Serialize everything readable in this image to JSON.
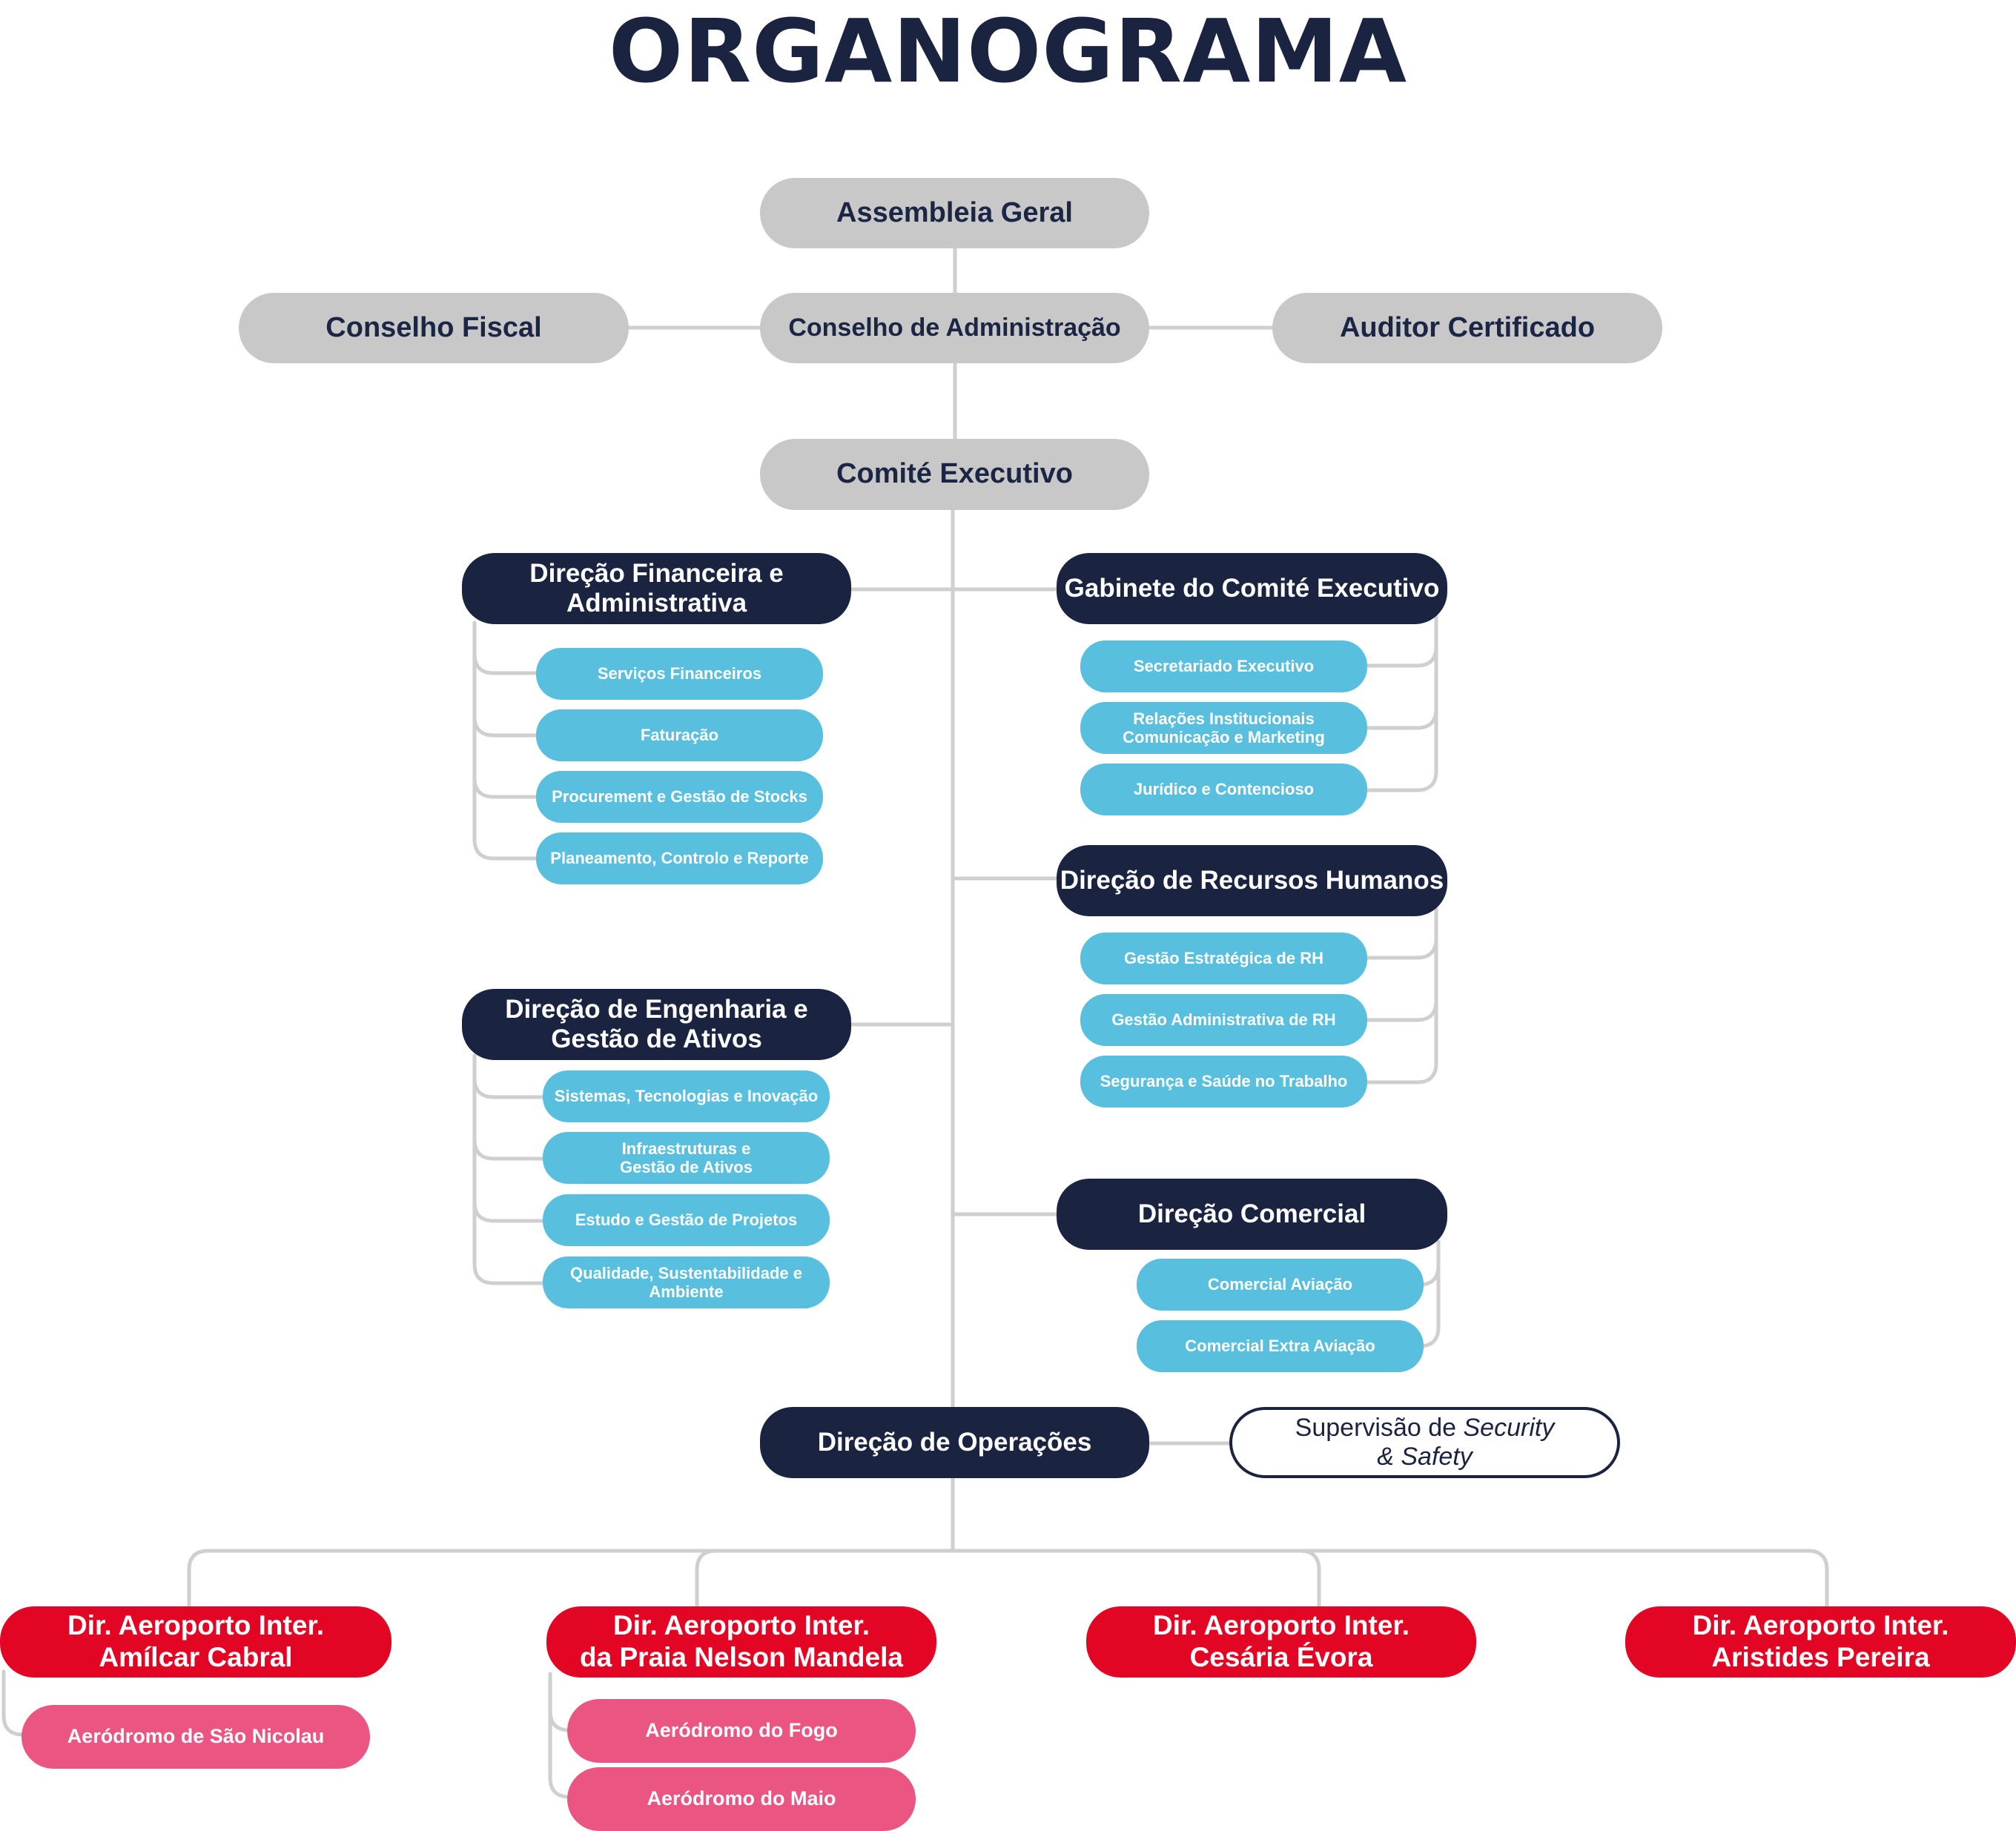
{
  "title": "ORGANOGRAMA",
  "governance": {
    "assembleia": "Assembleia Geral",
    "conselho_fiscal": "Conselho Fiscal",
    "conselho_admin": "Conselho de Administração",
    "auditor": "Auditor Certificado",
    "comite": "Comité Executivo"
  },
  "direcao_financeira": {
    "title": "Direção Financeira e Administrativa",
    "items": [
      "Serviços Financeiros",
      "Faturação",
      "Procurement e Gestão de Stocks",
      "Planeamento, Controlo e Reporte"
    ]
  },
  "gabinete": {
    "title": "Gabinete do Comité Executivo",
    "items": [
      "Secretariado Executivo",
      "Relações Institucionais Comunicação e Marketing",
      "Jurídico e Contencioso"
    ]
  },
  "recursos_humanos": {
    "title": "Direção de Recursos Humanos",
    "items": [
      "Gestão Estratégica de RH",
      "Gestão Administrativa de RH",
      "Segurança e Saúde no Trabalho"
    ]
  },
  "engenharia": {
    "title": "Direção de Engenharia e Gestão de Ativos",
    "items": [
      "Sistemas, Tecnologias e Inovação",
      "Infraestruturas e Gestão de Ativos",
      "Estudo e Gestão de Projetos",
      "Qualidade, Sustentabilidade e Ambiente"
    ]
  },
  "comercial": {
    "title": "Direção Comercial",
    "items": [
      "Comercial Aviação",
      "Comercial Extra Aviação"
    ]
  },
  "operacoes": {
    "title": "Direção de Operações",
    "supervisao_prefix": "Supervisão de",
    "supervisao_security": "Security",
    "supervisao_safety": "& Safety"
  },
  "airports": [
    {
      "line1": "Dir. Aeroporto Inter.",
      "line2": "Amílcar Cabral"
    },
    {
      "line1": "Dir. Aeroporto Inter.",
      "line2": "da Praia Nelson Mandela"
    },
    {
      "line1": "Dir. Aeroporto Inter.",
      "line2": "Cesária Évora"
    },
    {
      "line1": "Dir. Aeroporto Inter.",
      "line2": "Aristides Pereira"
    }
  ],
  "aerodromos": {
    "sao_nicolau": "Aeródromo de São Nicolau",
    "fogo": "Aeródromo do Fogo",
    "maio": "Aeródromo do Maio"
  },
  "colors": {
    "navy": "#1a2340",
    "gray": "#c8c8c8",
    "blue": "#58c0de",
    "red": "#e30524",
    "pink": "#eb5581",
    "connector": "#cfcfcf"
  }
}
